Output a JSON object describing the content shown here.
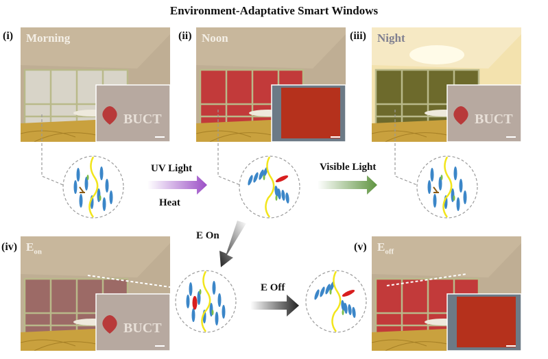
{
  "title": "Environment-Adaptative Smart Windows",
  "panels": [
    {
      "index": "(i)",
      "name": "Morning",
      "window_color": "#d8d4c8"
    },
    {
      "index": "(ii)",
      "name": "Noon",
      "window_color": "#c23a3a"
    },
    {
      "index": "(iii)",
      "name": "Night",
      "window_color": "#6d6a2c"
    },
    {
      "index": "(iv)",
      "name": "E",
      "sub": "on",
      "window_color": "#9c6a66"
    },
    {
      "index": "(v)",
      "name": "E",
      "sub": "off",
      "window_color": "#c23a3a"
    }
  ],
  "inset_text": "BUCT",
  "arrows": {
    "uv": "UV Light",
    "heat": "Heat",
    "visible": "Visible Light",
    "e_on": "E On",
    "e_off": "E Off"
  },
  "colors": {
    "uv_arrow": "#9b4fc6",
    "visible_arrow": "#5f9440",
    "molecule": "#3b86c8",
    "polymer": "#f2e51c",
    "dye_red": "#d81e1e"
  }
}
